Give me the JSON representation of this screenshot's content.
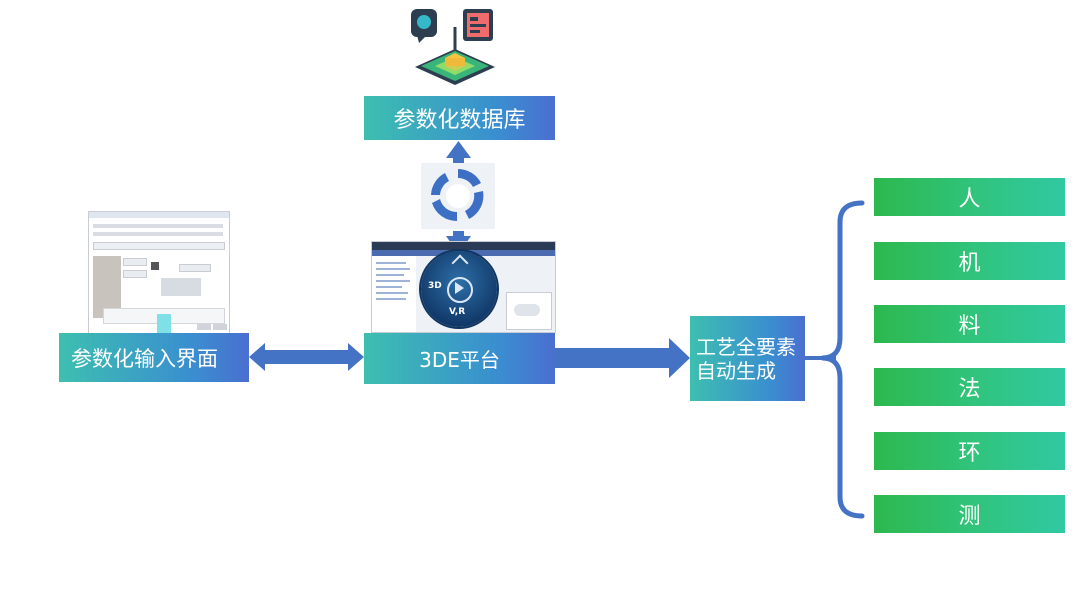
{
  "nodes": {
    "database": "参数化数据库",
    "input_ui": "参数化输入界面",
    "platform": "3DE平台",
    "auto_gen": "工艺全要素自动生成"
  },
  "elements": [
    "人",
    "机",
    "料",
    "法",
    "环",
    "测"
  ],
  "platform_logo": {
    "left": "3D",
    "bottom": "V,R"
  },
  "colors": {
    "box_start": "#3dbfb0",
    "box_end": "#4a6fd0",
    "green_start": "#2db84e",
    "green_end": "#30c9a2",
    "arrow": "#4472c4"
  }
}
